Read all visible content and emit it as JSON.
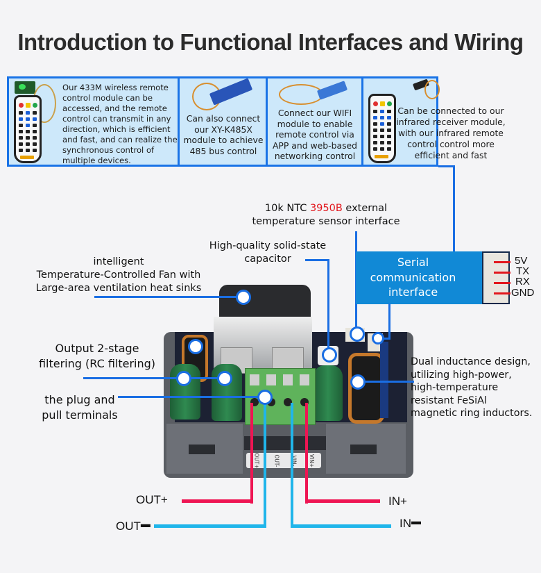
{
  "title": "Introduction to Functional Interfaces and Wiring",
  "features": [
    {
      "icon": "wireless-433m-remote-module-icon",
      "text": "Our 433M wireless remote control module can be accessed, and the remote control can transmit in any direction, which is efficient and fast, and can realize the synchronous control of multiple devices."
    },
    {
      "icon": "rs485-module-icon",
      "text": "Can also connect our XY-K485X module to achieve 485 bus control"
    },
    {
      "icon": "wifi-module-icon",
      "text": "Connect our WIFI module to enable remote control via APP and web-based networking control"
    },
    {
      "icon": "infrared-receiver-remote-icon",
      "text": "Can be connected to our infrared receiver module, with our infrared remote control control more efficient and fast"
    }
  ],
  "callouts": {
    "ntc": {
      "prefix": "10k NTC ",
      "highlight": "3950B",
      "suffix": " external",
      "line2": "temperature sensor interface"
    },
    "capacitor": {
      "line1": "High-quality solid-state",
      "line2": "capacitor"
    },
    "fan": {
      "line1": "intelligent",
      "line2": "Temperature-Controlled Fan with",
      "line3": "Large-area ventilation heat sinks"
    },
    "filter": {
      "line1": "Output 2-stage",
      "line2": "filtering (RC filtering)"
    },
    "terminals": {
      "line1": "the plug and",
      "line2": "pull terminals"
    },
    "inductor": {
      "line1": "Dual inductance design,",
      "line2": "utilizing high-power,",
      "line3": "high-temperature",
      "line4": "resistant FeSiAl",
      "line5": "magnetic ring inductors."
    }
  },
  "serial": {
    "line1": "Serial",
    "line2": "communication",
    "line3": "interface",
    "pins": [
      "5V",
      "TX",
      "RX",
      "GND"
    ]
  },
  "terminal_labels": [
    "OUT+",
    "OUT-",
    "VIN-",
    "VIN+"
  ],
  "wiring": {
    "out_plus": "OUT+",
    "out_minus": "OUT",
    "in_plus": "IN+",
    "in_minus": "IN"
  },
  "colors": {
    "accent_blue": "#1a6ee3",
    "panel_bg": "#cde8fa",
    "serial_bg": "#1189d6",
    "highlight_red": "#e2171d",
    "positive_wire": "#ee1553",
    "negative_wire": "#20b5ea"
  }
}
